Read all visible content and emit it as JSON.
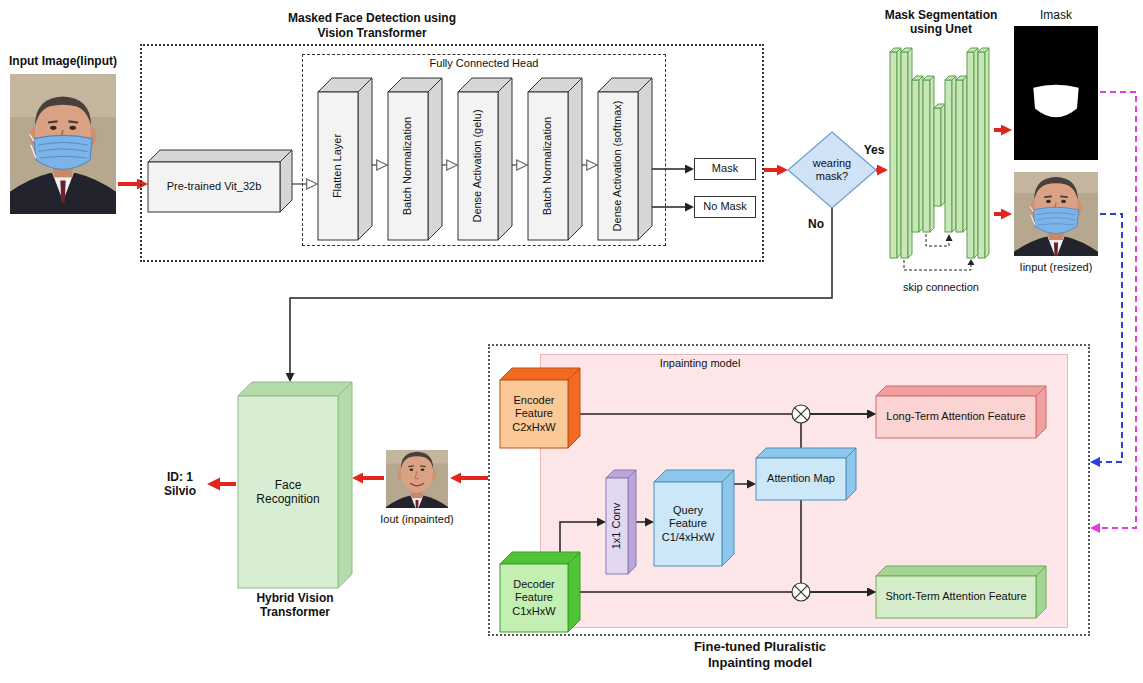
{
  "diagram": {
    "nodes": [
      {
        "text": [
          "Input Image(Iinput)"
        ]
      },
      {
        "text": [
          "Masked Face Detection using Vision Transformer"
        ]
      },
      {
        "text": [
          "Pre-trained Vit_32b"
        ],
        "in": 1
      },
      {
        "text": [
          "Fully Connected Head"
        ],
        "in": 1
      },
      {
        "text": [
          "Flatten Layer"
        ],
        "in": 3
      },
      {
        "text": [
          "Batch Normalization"
        ],
        "in": 3
      },
      {
        "text": [
          "Dense Activation (gelu)"
        ],
        "in": 3
      },
      {
        "text": [
          "Batch Normalization"
        ],
        "in": 3
      },
      {
        "text": [
          "Dense Activation (softmax)"
        ],
        "in": 3
      },
      {
        "text": [
          "Mask"
        ],
        "in": 1
      },
      {
        "text": [
          "No Mask"
        ],
        "in": 1
      },
      {
        "text": [
          "wearing mask?"
        ]
      },
      {
        "text": [
          "Mask Segmentation using Unet"
        ]
      },
      {
        "text": [
          "Imask"
        ]
      },
      {
        "text": [
          "Iinput (resized)"
        ]
      },
      {
        "text": [
          "Fine-tuned Pluralistic Inpainting model"
        ]
      },
      {
        "text": [
          "Inpainting model"
        ],
        "in": 15
      },
      {
        "text": [
          "Encoder Feature C2xHxW"
        ],
        "in": 15
      },
      {
        "text": [
          "Decoder Feature C1xHxW"
        ],
        "in": 15
      },
      {
        "text": [
          "1x1 Conv"
        ],
        "in": 16
      },
      {
        "text": [
          "Query Feature C1/4xHxW"
        ],
        "in": 16
      },
      {
        "text": [
          "Attention Map"
        ],
        "in": 16
      },
      {
        "text": [
          "Long-Term Attention Feature"
        ],
        "in": 16
      },
      {
        "text": [
          "Short-Term Attention Feature"
        ],
        "in": 16
      },
      {
        "text": [
          "Iout (inpainted)"
        ]
      },
      {
        "text": [
          "Face Recognition",
          "Hybrid Vision Transformer"
        ]
      }
    ],
    "edges": [
      {
        "from": 0,
        "to": 2,
        "arrow": "to"
      },
      {
        "from": 2,
        "to": 4,
        "arrow": "to"
      },
      {
        "from": 4,
        "to": 5,
        "arrow": "to"
      },
      {
        "from": 5,
        "to": 6,
        "arrow": "to"
      },
      {
        "from": 6,
        "to": 7,
        "arrow": "to"
      },
      {
        "from": 7,
        "to": 8,
        "arrow": "to"
      },
      {
        "from": 8,
        "to": 9,
        "arrow": "to"
      },
      {
        "from": 8,
        "to": 10,
        "arrow": "to"
      },
      {
        "from": 1,
        "to": 11,
        "arrow": "to"
      },
      {
        "from": 11,
        "to": 12,
        "label": "Yes",
        "arrow": "to"
      },
      {
        "from": 11,
        "to": 25,
        "label": "No",
        "arrow": "to"
      },
      {
        "from": 12,
        "to": 13,
        "arrow": "to"
      },
      {
        "from": 12,
        "to": 14,
        "arrow": "to"
      },
      {
        "from": 13,
        "to": 15,
        "arrow": "to"
      },
      {
        "from": 14,
        "to": 15,
        "arrow": "to"
      },
      {
        "from": 17,
        "to": 22,
        "arrow": "to"
      },
      {
        "from": 21,
        "to": 22,
        "arrow": "to"
      },
      {
        "from": 18,
        "to": 19,
        "arrow": "to"
      },
      {
        "from": 19,
        "to": 20,
        "arrow": "to"
      },
      {
        "from": 20,
        "to": 21,
        "arrow": "to"
      },
      {
        "from": 18,
        "to": 23,
        "arrow": "to"
      },
      {
        "from": 21,
        "to": 23,
        "arrow": "to"
      },
      {
        "from": 15,
        "to": 24,
        "arrow": "to"
      },
      {
        "from": 24,
        "to": 25,
        "arrow": "to"
      }
    ],
    "labels": [
      "skip connection",
      "ID: 1 Silvio"
    ]
  }
}
